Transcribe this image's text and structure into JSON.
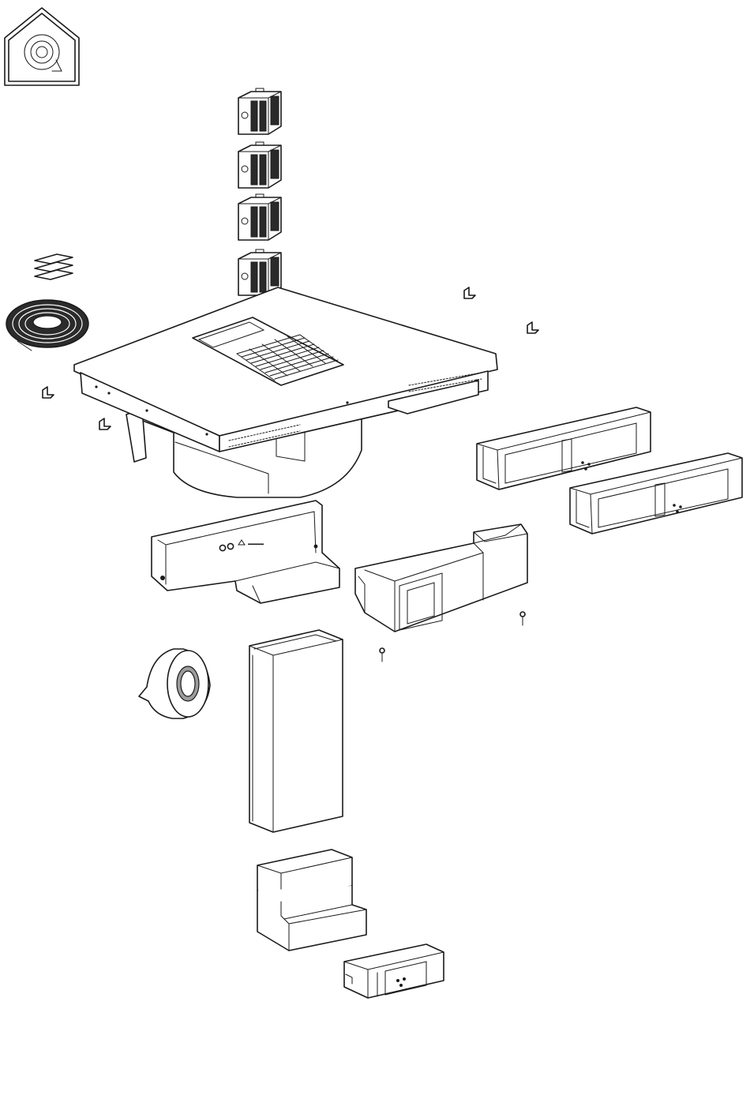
{
  "diagram": {
    "printed_label": "",
    "symbol_icon": "recirculation-house-icon",
    "line_color": "#1a1a1a",
    "fill_color": "#ffffff",
    "parts": [
      "recirculation-symbol",
      "carbon-filter-1",
      "carbon-filter-2",
      "carbon-filter-3",
      "carbon-filter-4",
      "fixing-strips",
      "sealing-tape-roll",
      "hob-with-downdraft-extractor",
      "mounting-bracket-1",
      "mounting-bracket-2",
      "mounting-bracket-3",
      "mounting-bracket-4",
      "plinth-filter-box-1",
      "plinth-filter-box-2",
      "motor-outlet-box",
      "duct-transition-box",
      "screw-1",
      "screw-2",
      "insulating-tape-roll",
      "vertical-duct",
      "duct-elbow",
      "duct-adapter"
    ]
  }
}
